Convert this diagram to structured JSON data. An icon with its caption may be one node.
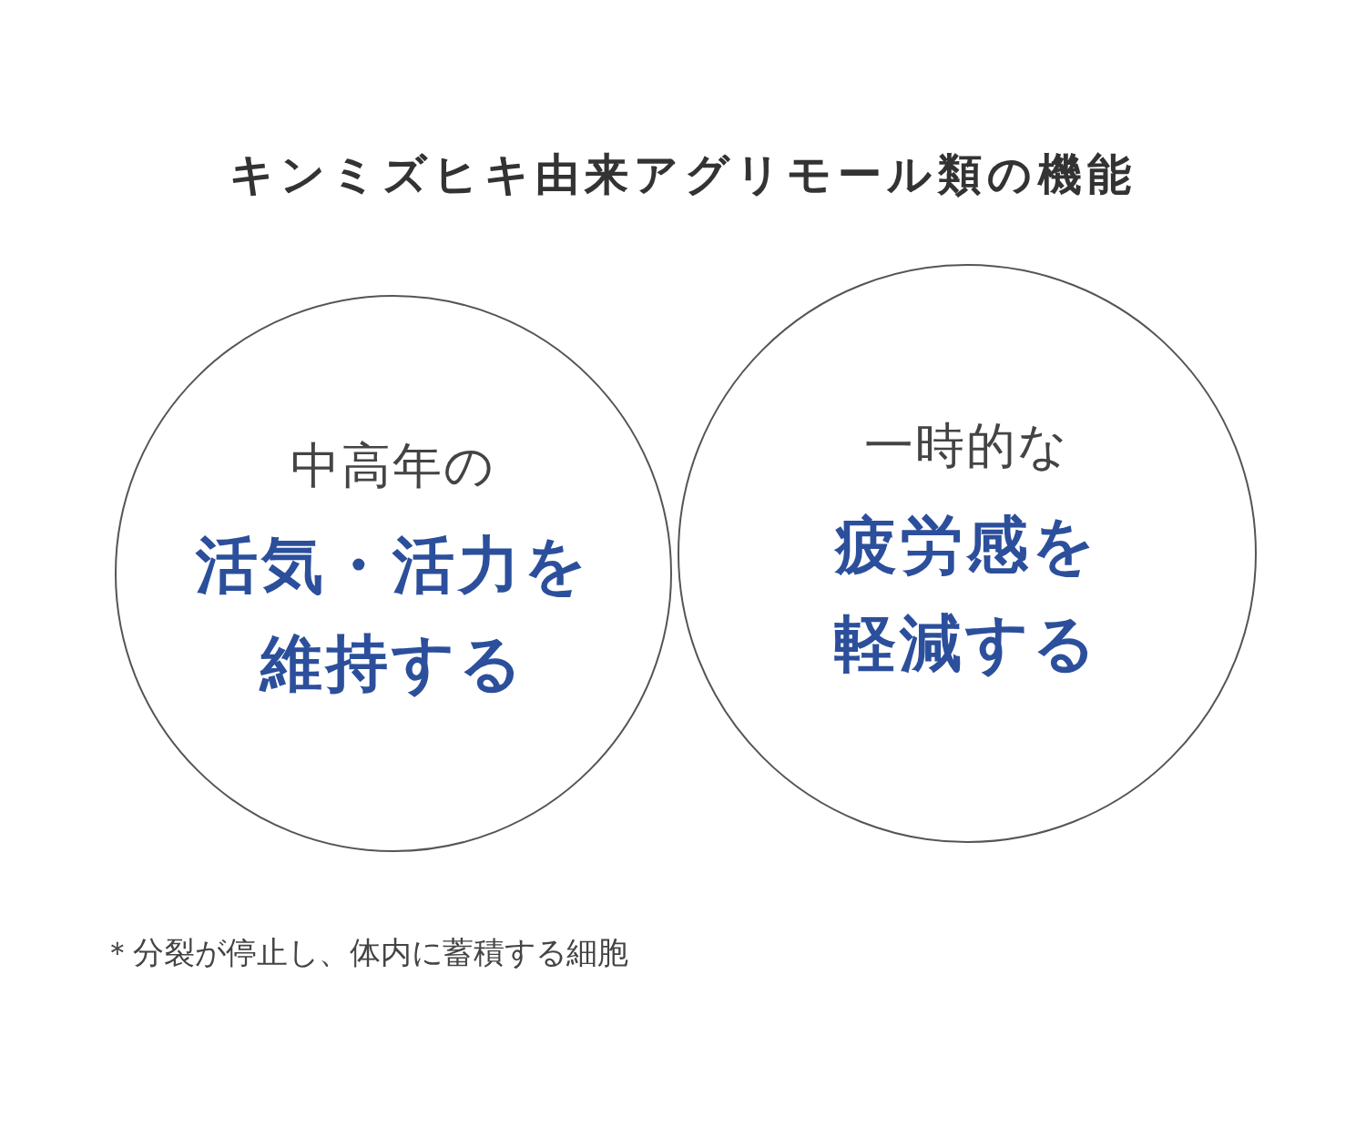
{
  "diagram": {
    "title": "キンミズヒキ由来アグリモール類の機能",
    "nodes": [
      {
        "text": [
          "中高年の",
          "活気・活力を維持する"
        ]
      },
      {
        "text": [
          "一時的な",
          "疲労感を軽減する"
        ]
      }
    ],
    "labels": [
      "＊分裂が停止し、体内に蓄積する細胞"
    ]
  }
}
